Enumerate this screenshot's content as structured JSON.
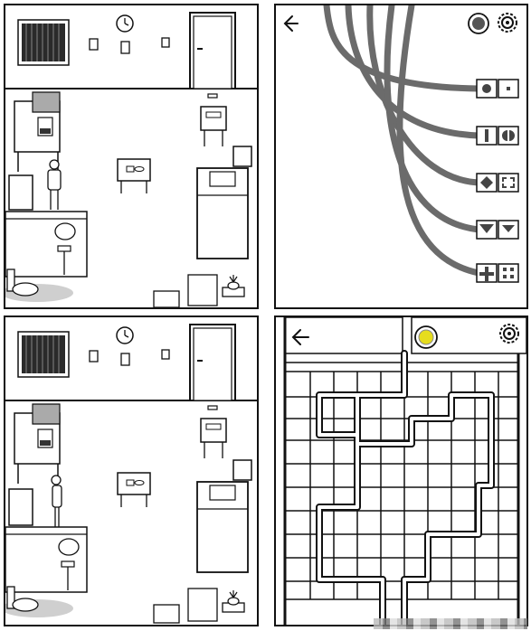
{
  "scene": "cell-room",
  "panels": [
    {
      "id": "room-a",
      "kind": "room-view",
      "character": "prisoner-front"
    },
    {
      "id": "cable-puzzle",
      "kind": "cable-puzzle",
      "toolbar": {
        "back_icon": "back-arrow-icon",
        "status_icon": "status-light-icon",
        "settings_icon": "gear-icon"
      },
      "status_light_color": "#555555",
      "cable_color": "#6b6b6b",
      "plugs": [
        {
          "socket_symbols": [
            "circle",
            "dot"
          ]
        },
        {
          "socket_symbols": [
            "bar",
            "half-circles"
          ]
        },
        {
          "socket_symbols": [
            "diamond",
            "corners"
          ]
        },
        {
          "socket_symbols": [
            "arrow",
            "triangle"
          ]
        },
        {
          "socket_symbols": [
            "plus",
            "four-dots"
          ]
        }
      ]
    },
    {
      "id": "room-b",
      "kind": "room-view",
      "character": "prisoner-side"
    },
    {
      "id": "maze-puzzle",
      "kind": "pipe-maze",
      "toolbar": {
        "back_icon": "back-arrow-icon",
        "status_icon": "status-light-icon",
        "settings_icon": "gear-icon"
      },
      "status_light_color": "#e6dd1e"
    }
  ],
  "colors": {
    "line": "#111111",
    "shadow": "#dcdcdc",
    "floor_shadow": "#cfcfcf"
  }
}
